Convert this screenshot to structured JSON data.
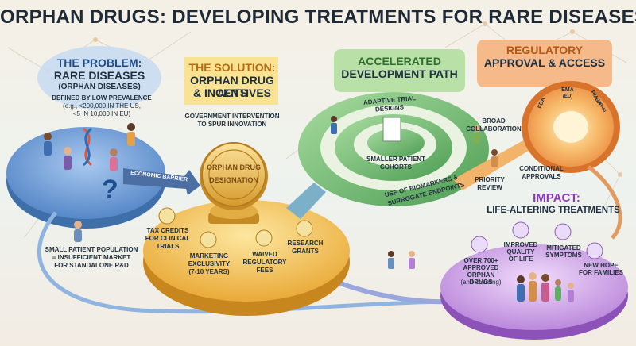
{
  "title": "ORPHAN DRUGS: DEVELOPING TREATMENTS FOR RARE DISEASES",
  "problem": {
    "heading": "THE PROBLEM:",
    "subheading": "RARE DISEASES",
    "subheading2": "(ORPHAN DISEASES)",
    "definition": "DEFINED BY LOW PREVALENCE",
    "criteria1": "(e.g., <200,000 IN THE US,",
    "criteria2": "<5 IN 10,000 IN EU)",
    "barrier": "ECONOMIC BARRIER",
    "market1": "SMALL PATIENT POPULATION",
    "market2": "= INSUFFICIENT MARKET",
    "market3": "FOR STANDALONE R&D"
  },
  "solution": {
    "heading1": "THE SOLUTION:",
    "heading2": "ORPHAN DRUG ACTS",
    "heading3": "& INCENTIVES",
    "sub1": "GOVERNMENT INTERVENTION",
    "sub2": "TO SPUR INNOVATION",
    "medal1": "ORPHAN DRUG",
    "medal2": "DESIGNATION",
    "incentives": {
      "tax1": "TAX CREDITS",
      "tax2": "FOR CLINICAL",
      "tax3": "TRIALS",
      "mkt1": "MARKETING",
      "mkt2": "EXCLUSIVITY",
      "mkt3": "(7-10 YEARS)",
      "fee1": "WAIVED",
      "fee2": "REGULATORY",
      "fee3": "FEES",
      "res1": "RESEARCH",
      "res2": "GRANTS"
    }
  },
  "development": {
    "heading1": "ACCELERATED",
    "heading2": "DEVELOPMENT PATH",
    "trial1": "ADAPTIVE TRIAL",
    "trial2": "DESIGNS",
    "cohort1": "SMALLER PATIENT",
    "cohort2": "COHORTS",
    "bio1": "USE OF BIOMARKERS &",
    "bio2": "SURROGATE ENDPOINTS"
  },
  "regulatory": {
    "heading1": "REGULATORY",
    "heading2": "APPROVAL & ACCESS",
    "fda": "FDA",
    "ema": "EMA",
    "ema_sub": "(EU)",
    "pmda": "PMDA",
    "pmda_sub": "(JAPAN)",
    "collab1": "BROAD",
    "collab2": "COLLABORATION",
    "priority1": "PRIORITY",
    "priority2": "REVIEW",
    "cond1": "CONDITIONAL",
    "cond2": "APPROVALS"
  },
  "impact": {
    "heading": "IMPACT:",
    "subheading": "LIFE-ALTERING TREATMENTS",
    "drugs1": "OVER 700+",
    "drugs2": "APPROVED",
    "drugs3": "ORPHAN DRUGS",
    "drugs4": "(and counting)",
    "qol1": "IMPROVED",
    "qol2": "QUALITY",
    "qol3": "OF LIFE",
    "sym1": "MITIGATED",
    "sym2": "SYMPTOMS",
    "hope1": "NEW HOPE",
    "hope2": "FOR FAMILIES"
  },
  "colors": {
    "problem_blue": "#5b8fd0",
    "solution_gold": "#f0b43a",
    "development_green": "#5fae63",
    "regulatory_orange": "#f0924a",
    "impact_purple": "#b57fd8"
  }
}
